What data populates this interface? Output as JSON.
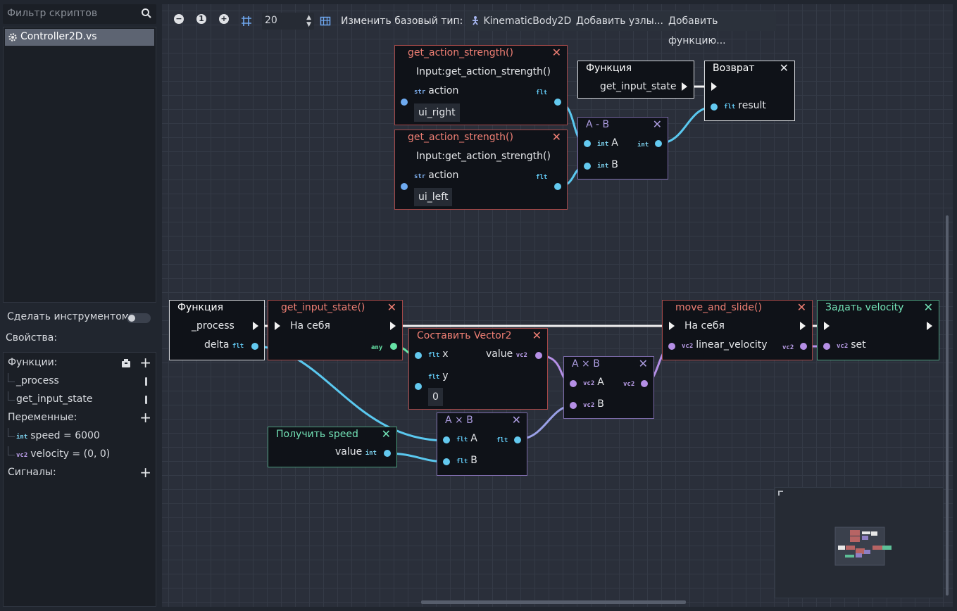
{
  "left": {
    "search_placeholder": "Фильтр скриптов",
    "script_item": "Controller2D.vs",
    "make_tool_label": "Сделать инструментом:",
    "properties_label": "Свойства:",
    "functions_label": "Функции:",
    "functions": [
      "_process",
      "get_input_state"
    ],
    "variables_label": "Переменные:",
    "variables": [
      {
        "type": "int",
        "text": "speed = 6000"
      },
      {
        "type": "vc2",
        "text": "velocity = (0, 0)"
      }
    ],
    "signals_label": "Сигналы:"
  },
  "toolbar": {
    "zoom_out": "−",
    "zoom_reset": "1",
    "zoom_in": "+",
    "snap_value": "20",
    "change_base_label": "Изменить базовый тип:",
    "base_type": "KinematicBody2D",
    "add_nodes": "Добавить узлы...",
    "add_function": "Добавить функцию..."
  },
  "nodes": {
    "gas1": {
      "title": "get_action_strength()",
      "subtitle": "Input:get_action_strength()",
      "port_label": "action",
      "value": "ui_right",
      "in_type": "str",
      "out_type": "flt"
    },
    "gas2": {
      "title": "get_action_strength()",
      "subtitle": "Input:get_action_strength()",
      "port_label": "action",
      "value": "ui_left",
      "in_type": "str",
      "out_type": "flt"
    },
    "func_top": {
      "title": "Функция",
      "name": "get_input_state"
    },
    "ret": {
      "title": "Возврат",
      "port_label": "result",
      "type": "flt"
    },
    "sub": {
      "title": "A - B",
      "a": "A",
      "b": "B",
      "type": "int"
    },
    "func_proc": {
      "title": "Функция",
      "name": "_process",
      "port_label": "delta",
      "type": "flt"
    },
    "gis": {
      "title": "get_input_state()",
      "self": "На себя",
      "out_type": "any"
    },
    "vec2": {
      "title": "Составить Vector2",
      "x": "x",
      "y": "y",
      "value": "value",
      "y_val": "0",
      "type_in": "flt",
      "type_out": "vc2"
    },
    "mul_vec": {
      "title": "A × B",
      "a": "A",
      "b": "B",
      "type": "vc2"
    },
    "mul_flt": {
      "title": "A × B",
      "a": "A",
      "b": "B",
      "type": "flt"
    },
    "get_speed": {
      "title": "Получить speed",
      "value": "value",
      "type": "int"
    },
    "mas": {
      "title": "move_and_slide()",
      "self": "На себя",
      "port_label": "linear_velocity",
      "type": "vc2"
    },
    "set_vel": {
      "title": "Задать velocity",
      "port_label": "set",
      "type": "vc2"
    }
  },
  "colors": {
    "function_node": "#ef7f74",
    "operator_node": "#ac9ce0",
    "variable_node": "#73e3b7",
    "float_wire": "#5ac8ef",
    "vector_wire": "#b58fe6"
  }
}
